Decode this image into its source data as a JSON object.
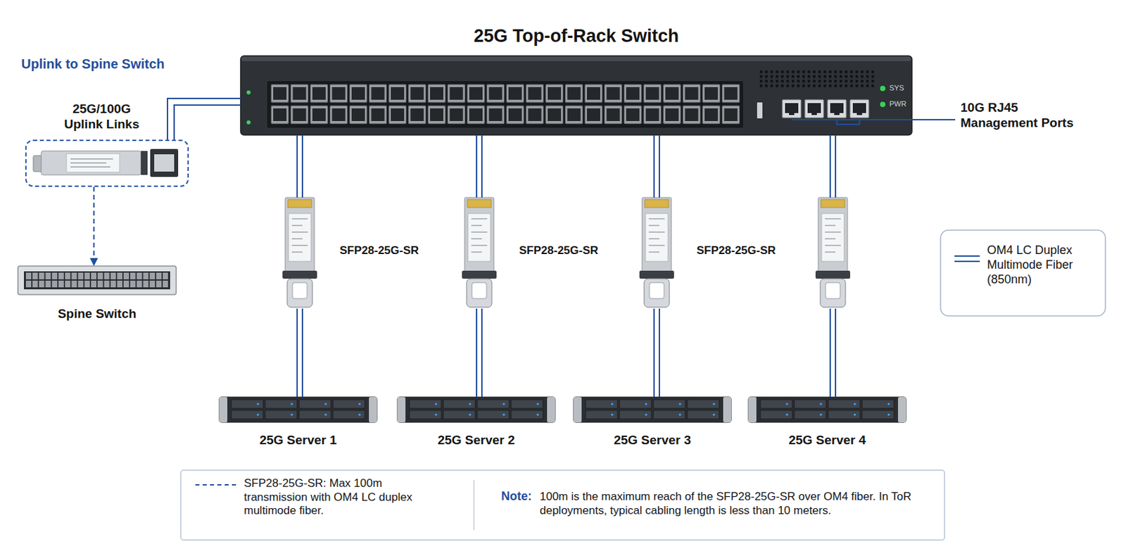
{
  "diagram": {
    "nodes": [
      {
        "text": [
          "25G Top-of-Rack Switch",
          "SYS",
          "PWR"
        ]
      },
      {
        "text": [
          "25G/100G Uplink Links"
        ]
      },
      {
        "text": [
          "Spine Switch"
        ]
      },
      {
        "text": [
          "SFP28-25G-SR"
        ]
      },
      {
        "text": [
          "SFP28-25G-SR"
        ]
      },
      {
        "text": [
          "SFP28-25G-SR"
        ]
      },
      {
        "text": []
      },
      {
        "text": [
          "25G Server 1"
        ]
      },
      {
        "text": [
          "25G Server 2"
        ]
      },
      {
        "text": [
          "25G Server 3"
        ]
      },
      {
        "text": [
          "25G Server 4"
        ]
      }
    ],
    "edges": [
      {
        "from": 0,
        "to": 1,
        "arrow": "none"
      },
      {
        "from": 1,
        "to": 2,
        "arrow": "to"
      },
      {
        "from": 0,
        "to": 3,
        "arrow": "none"
      },
      {
        "from": 0,
        "to": 4,
        "arrow": "none"
      },
      {
        "from": 0,
        "to": 5,
        "arrow": "none"
      },
      {
        "from": 0,
        "to": 6,
        "arrow": "none"
      },
      {
        "from": 3,
        "to": 7,
        "arrow": "none"
      },
      {
        "from": 4,
        "to": 8,
        "arrow": "none"
      },
      {
        "from": 5,
        "to": 9,
        "arrow": "none"
      },
      {
        "from": 6,
        "to": 10,
        "arrow": "none"
      }
    ],
    "labels": [
      "Uplink to Spine Switch",
      "10G RJ45 Management Ports",
      "Note:",
      "100m is the maximum reach of the SFP28-25G-SR over OM4 fiber. In ToR deployments, typical cabling length is less than 10 meters."
    ],
    "legend": [
      {
        "text": "OM4 LC Duplex Multimode Fiber (850nm)"
      },
      {
        "text": "SFP28-25G-SR: Max 100m transmission with OM4 LC duplex multimode fiber."
      }
    ]
  }
}
